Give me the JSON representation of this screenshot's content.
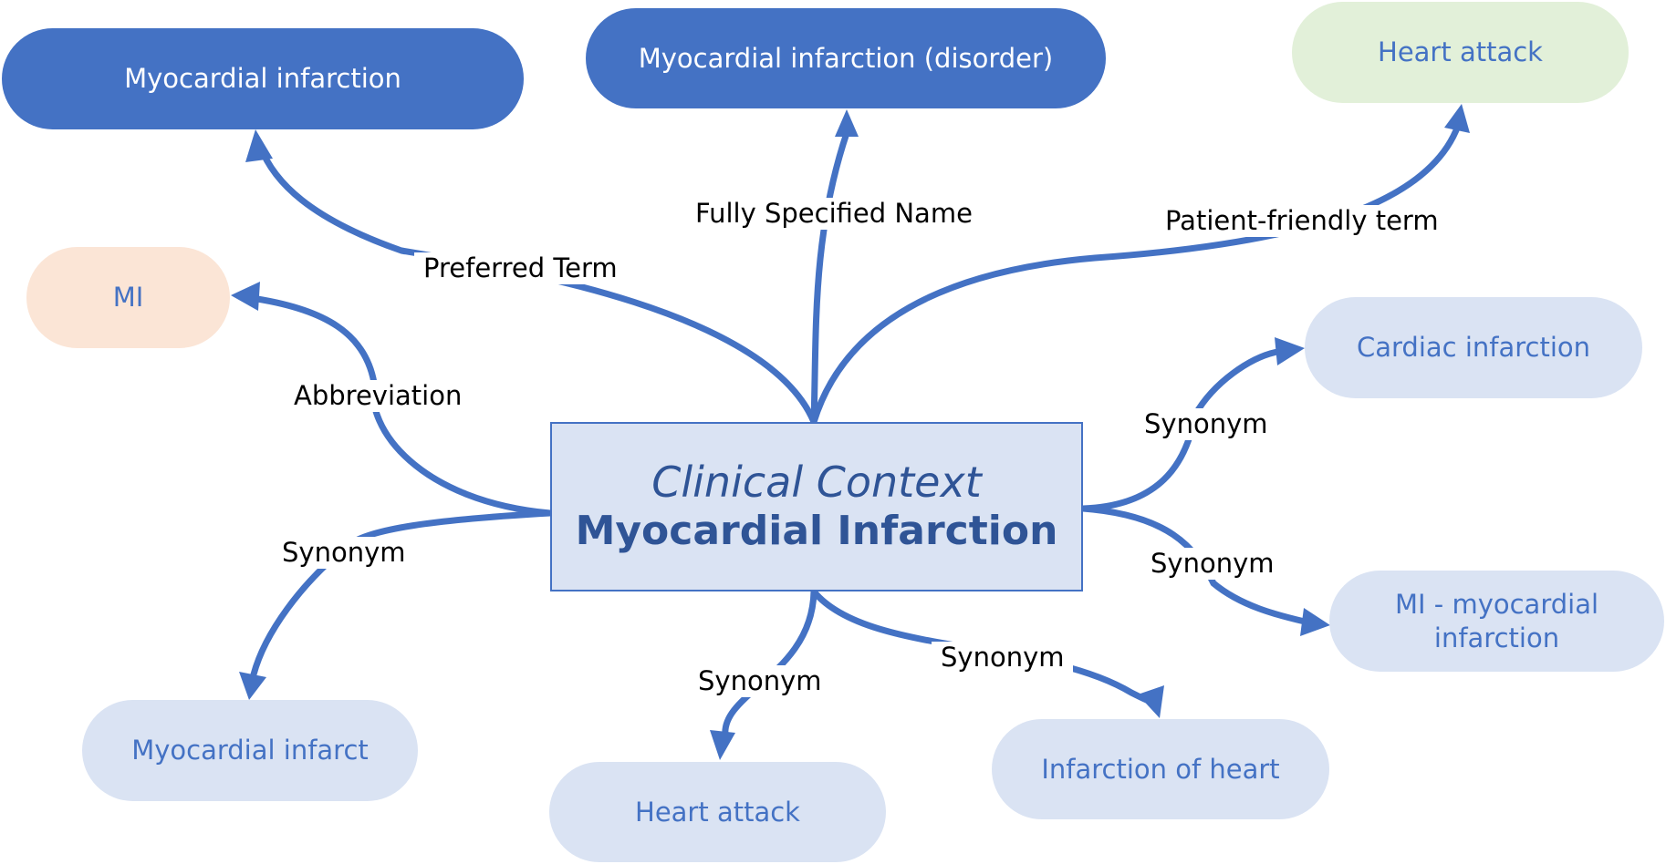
{
  "colors": {
    "accent": "#4472c4",
    "dark_node": "#4472c4",
    "light_node": "#dae3f3",
    "patient_node": "#e2f0d9",
    "abbrev_node": "#fbe5d6",
    "center_text": "#2f5496"
  },
  "center": {
    "context": "Clinical Context",
    "title": "Myocardial Infarction"
  },
  "nodes": {
    "preferred_term": "Myocardial infarction",
    "fully_specified_name": "Myocardial infarction (disorder)",
    "patient_friendly": "Heart attack",
    "abbreviation": "MI",
    "cardiac_infarction": "Cardiac infarction",
    "mi_myocardial_infarction": "MI - myocardial infarction",
    "infarction_of_heart": "Infarction of heart",
    "heart_attack": "Heart attack",
    "myocardial_infarct": "Myocardial infarct"
  },
  "labels": {
    "preferred_term": "Preferred Term",
    "fully_specified_name": "Fully Specified Name",
    "patient_friendly": "Patient-friendly term",
    "abbreviation": "Abbreviation",
    "synonym_cardiac": "Synonym",
    "synonym_mi": "Synonym",
    "synonym_infarction_heart": "Synonym",
    "synonym_heart_attack": "Synonym",
    "synonym_infarct": "Synonym"
  }
}
